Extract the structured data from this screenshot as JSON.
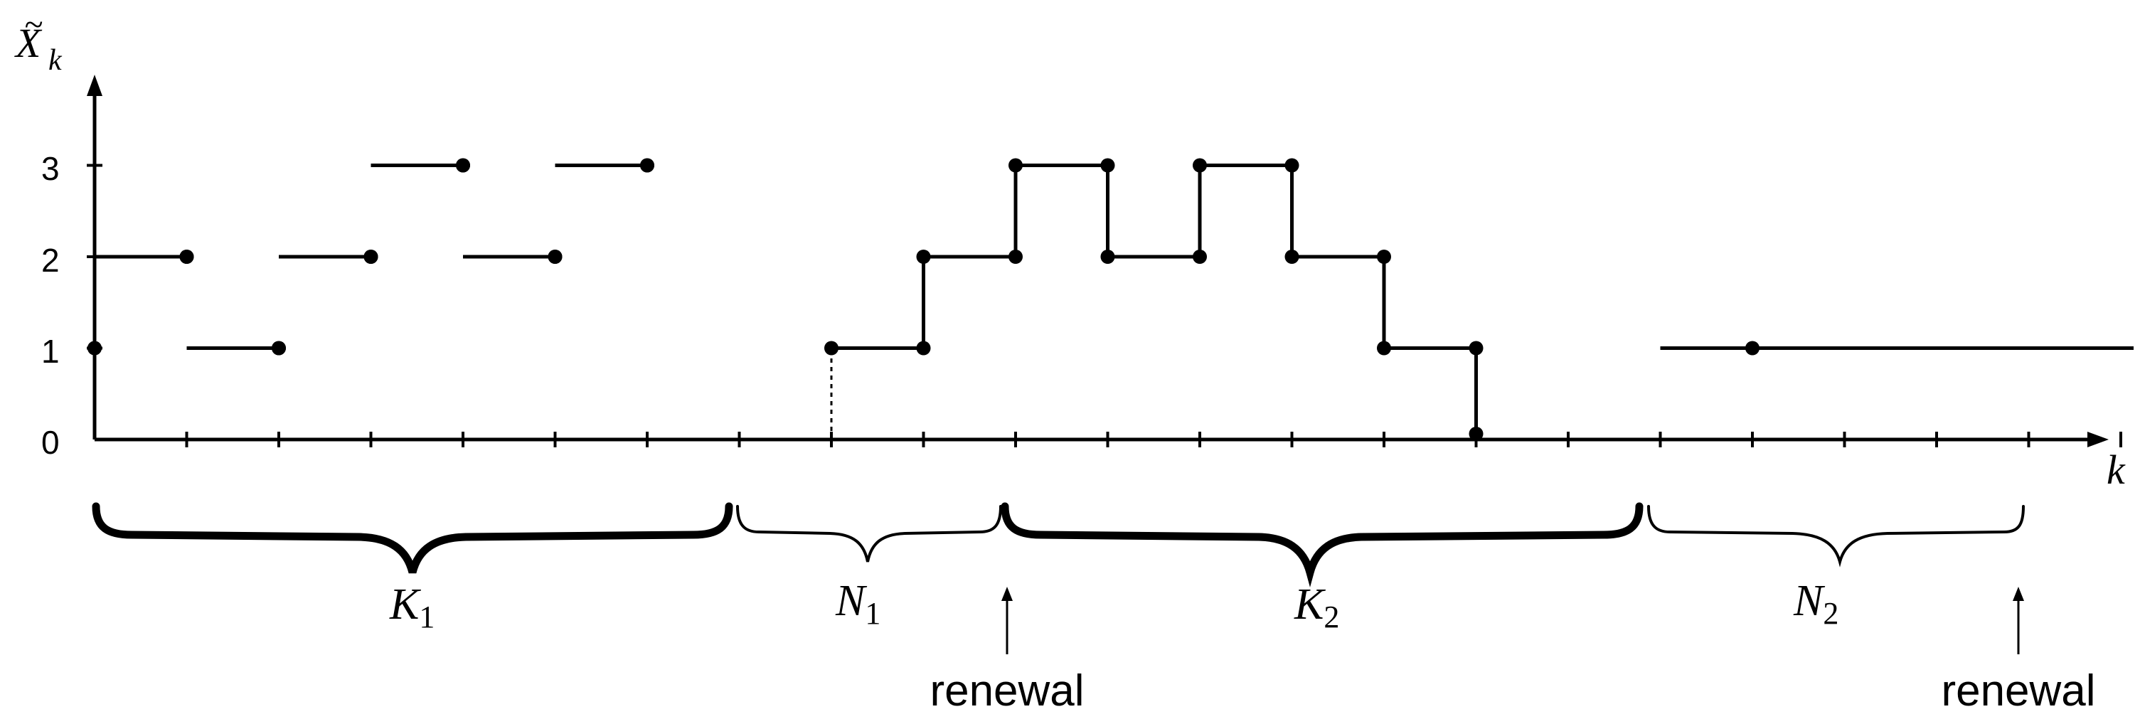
{
  "axes": {
    "y_label_base": "X",
    "y_label_accent": "~",
    "y_label_sub": "k",
    "x_label": "k",
    "y_ticks": [
      "0",
      "1",
      "2",
      "3"
    ]
  },
  "levels": [
    1,
    1,
    2,
    2,
    1,
    1,
    2,
    2,
    3,
    3,
    2,
    2,
    3,
    3,
    0,
    0,
    0,
    1,
    1,
    2,
    2,
    3,
    3,
    2,
    2,
    3,
    3,
    2,
    2,
    1,
    1,
    0,
    0,
    0,
    0,
    0,
    1
  ],
  "k_max": 22,
  "braces": [
    {
      "name": "K",
      "sub": "1"
    },
    {
      "name": "N",
      "sub": "1"
    },
    {
      "name": "K",
      "sub": "2"
    },
    {
      "name": "N",
      "sub": "2"
    }
  ],
  "annotations": {
    "renewal_1": "renewal",
    "renewal_2": "renewal"
  },
  "colors": {
    "ink": "#000000",
    "background": "#ffffff"
  }
}
